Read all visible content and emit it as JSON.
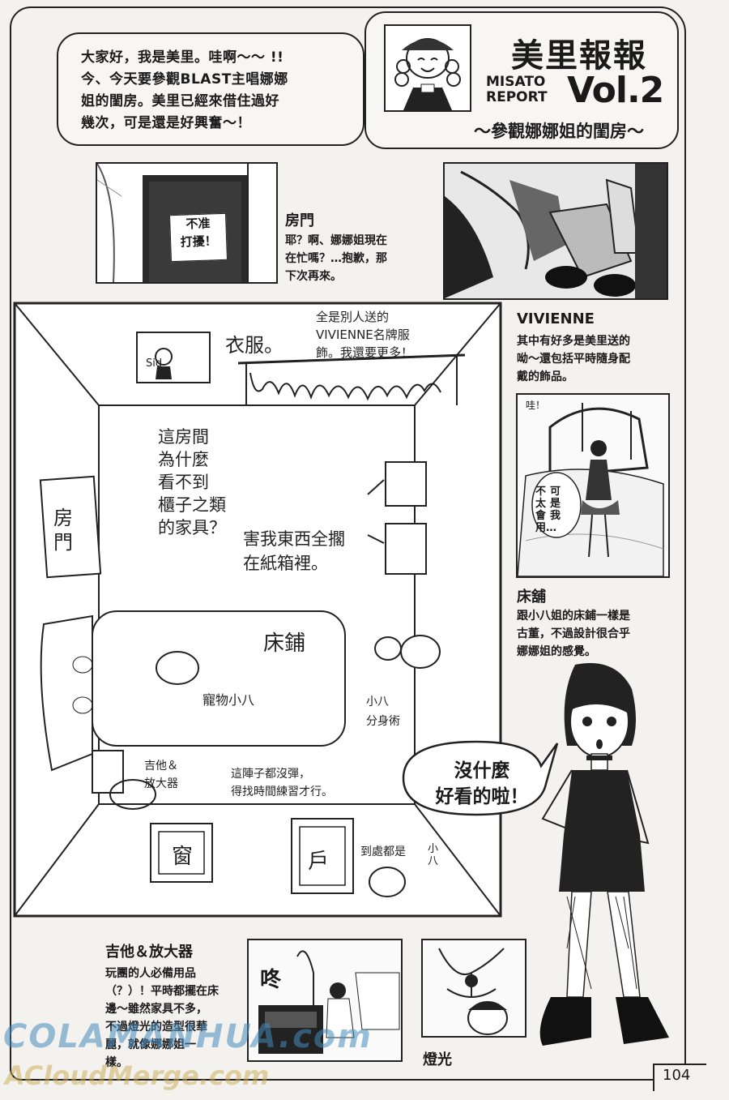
{
  "intro": {
    "line1": "大家好，我是美里。哇啊～～ !!",
    "line2": "今、今天要參觀BLAST主唱娜娜",
    "line3": "姐的閨房。美里已經來借住過好",
    "line4": "幾次，可是還是好興奮～！"
  },
  "header": {
    "title": "美里報報",
    "en_line1": "MISATO",
    "en_line2": "REPORT",
    "vol": "Vol.2",
    "subtitle": "～參觀娜娜姐的閨房～"
  },
  "door_section": {
    "sign_line1": "不准",
    "sign_line2": "打擾！",
    "heading": "房門",
    "text_line1": "耶？啊、娜娜姐現在",
    "text_line2": "在忙嗎？…抱歉，那",
    "text_line3": "下次再來。"
  },
  "vivienne_section": {
    "heading": "VIVIENNE",
    "text_line1": "其中有好多是美里送的",
    "text_line2": "呦～還包括平時隨身配",
    "text_line3": "戴的飾品。"
  },
  "bed_section": {
    "panel_small": "哇！",
    "bubble_col1": "可是我",
    "bubble_col2": "不太會用…",
    "heading": "床舖",
    "text_line1": "跟小八姐的床鋪一樣是",
    "text_line2": "古董，不過設計很合乎",
    "text_line3": "娜娜姐的感覺。"
  },
  "map": {
    "poster": "Sid",
    "clothes": "衣服。",
    "vivienne_note_line1": "全是別人送的",
    "vivienne_note_line2": "VIVIENNE名牌服",
    "vivienne_note_line3": "飾。我還要更多！",
    "question_line1": "這房間",
    "question_line2": "為什麼",
    "question_line3": "看不到",
    "question_line4": "櫃子之類",
    "question_line5": "的家具？",
    "boxes_line1": "害我東西全擱",
    "boxes_line2": "在紙箱裡。",
    "door_line1": "房",
    "door_line2": "門",
    "bed": "床鋪",
    "pet": "寵物小八",
    "clone_line1": "小八",
    "clone_line2": "分身術",
    "guitar_line1": "吉他＆",
    "guitar_line2": "放大器",
    "practice_line1": "這陣子都沒彈，",
    "practice_line2": "得找時間練習才行。",
    "window": "窗",
    "door2": "戶",
    "everywhere_line1": "到處都是",
    "everywhere_line2": "小八"
  },
  "nana_bubble": {
    "line1": "沒什麼",
    "line2": "好看的啦！"
  },
  "guitar_section": {
    "heading": "吉他＆放大器",
    "text_line1": "玩團的人必備用品",
    "text_line2": "（？）！平時都擺在床",
    "text_line3": "邊～雖然家具不多，",
    "text_line4": "不過燈光的造型很華",
    "text_line5": "麗，就像娜娜姐一",
    "text_line6": "樣。",
    "sfx": "咚"
  },
  "lamp_section": {
    "heading": "燈光"
  },
  "watermark": {
    "line1": "COLAMANHUA.com",
    "line2": "ACloudMerge.com"
  },
  "page_number": "104"
}
